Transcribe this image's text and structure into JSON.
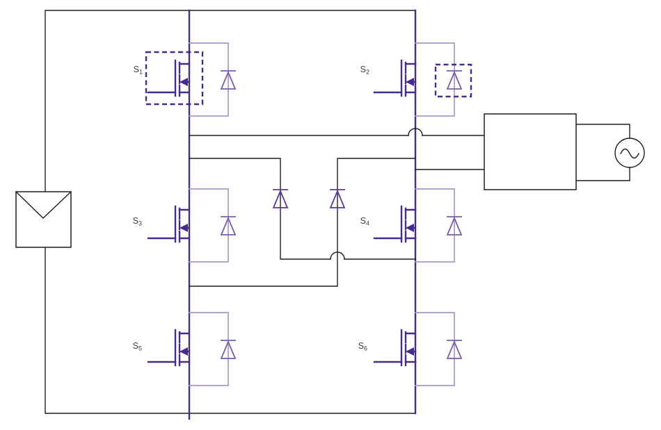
{
  "diagram": {
    "type": "power-electronics-circuit-schematic",
    "description_visible_text_only": true
  },
  "switches": [
    {
      "main": "S",
      "sub": "1"
    },
    {
      "main": "S",
      "sub": "2"
    },
    {
      "main": "S",
      "sub": "3"
    },
    {
      "main": "S",
      "sub": "4"
    },
    {
      "main": "S",
      "sub": "5"
    },
    {
      "main": "S",
      "sub": "6"
    }
  ],
  "icons": {
    "mosfet": "n-channel-mosfet-symbol",
    "body_diode": "diode-up-symbol",
    "clamp_diode": "diode-up-symbol",
    "dc_source": "rectangle-with-chevron-symbol",
    "ac_source": "circle-with-sine-symbol",
    "filter": "empty-rectangle-block",
    "wire_hop": "semicircle-crossover"
  },
  "colors": {
    "wire-black": "#1e1e1e",
    "purple-dark": "#472b8c",
    "purple-mid": "#7a5cad",
    "purple-light": "#a996cf",
    "purple-deep": "#5b38a3",
    "label": "#3f3f3f",
    "background": "#ffffff"
  }
}
